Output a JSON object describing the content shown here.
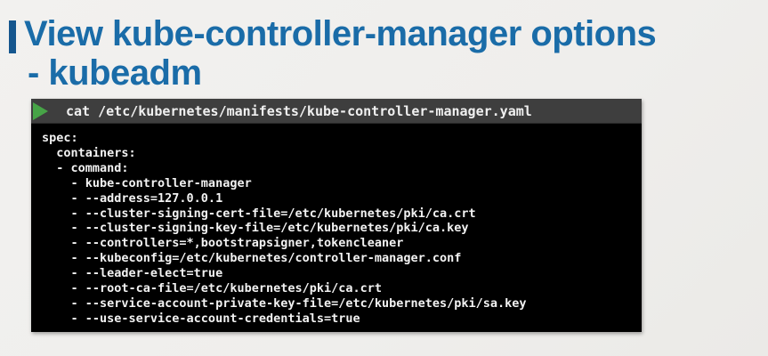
{
  "slide": {
    "title_line1": "View kube-controller-manager options",
    "title_line2": "- kubeadm"
  },
  "terminal": {
    "command": "cat /etc/kubernetes/manifests/kube-controller-manager.yaml",
    "lines": [
      "spec:",
      "  containers:",
      "  - command:",
      "    - kube-controller-manager",
      "    - --address=127.0.0.1",
      "    - --cluster-signing-cert-file=/etc/kubernetes/pki/ca.crt",
      "    - --cluster-signing-key-file=/etc/kubernetes/pki/ca.key",
      "    - --controllers=*,bootstrapsigner,tokencleaner",
      "    - --kubeconfig=/etc/kubernetes/controller-manager.conf",
      "    - --leader-elect=true",
      "    - --root-ca-file=/etc/kubernetes/pki/ca.crt",
      "    - --service-account-private-key-file=/etc/kubernetes/pki/sa.key",
      "    - --use-service-account-credentials=true"
    ]
  },
  "icons": {
    "play_icon": "green-play-triangle"
  },
  "colors": {
    "title_text": "#1a6ca8",
    "accent_bar": "#15568e",
    "terminal_header_bg": "#3e3e3e",
    "terminal_body_bg": "#000000",
    "terminal_text": "#f2f2f2",
    "play_icon_green": "#47a447",
    "slide_background": "#f0efee"
  }
}
